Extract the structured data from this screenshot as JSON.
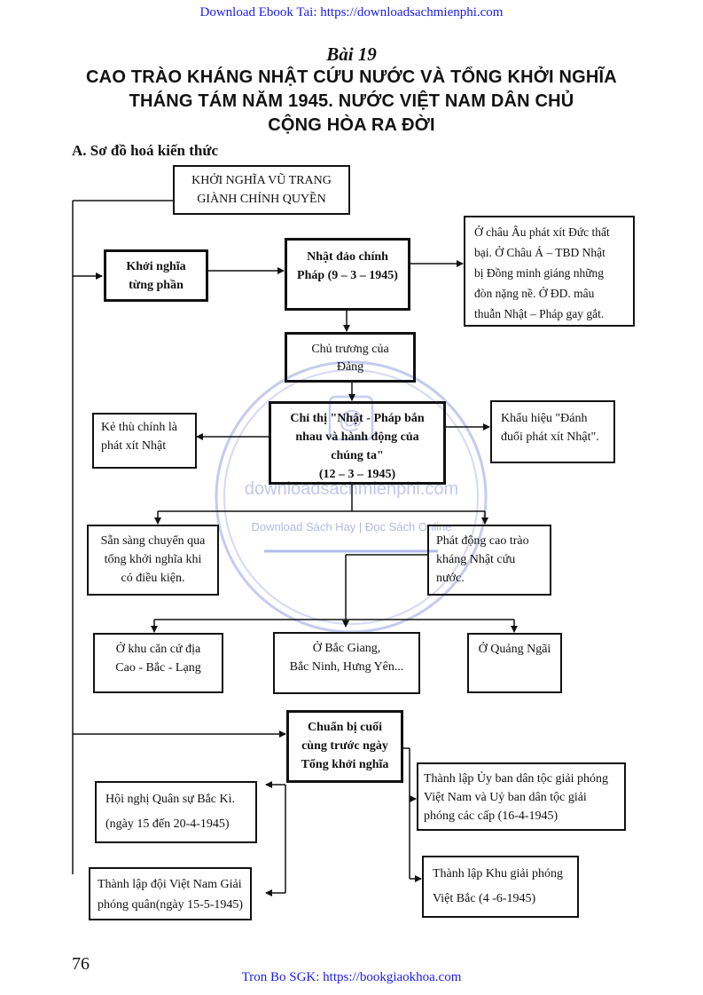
{
  "header": {
    "download_link": "Download Ebook Tai: https://downloadsachmienphi.com"
  },
  "lesson": {
    "label": "Bài 19"
  },
  "title": {
    "line1": "CAO TRÀO KHÁNG NHẬT CỨU NƯỚC VÀ TỔNG KHỞI NGHĨA",
    "line2": "THÁNG TÁM NĂM 1945. NƯỚC VIỆT NAM DÂN CHỦ",
    "line3": "CỘNG HÒA RA ĐỜI"
  },
  "section": {
    "heading": "A. Sơ đồ hoá kiến thức"
  },
  "diagram": {
    "root": "KHỞI NGHĨA VŨ TRANG\nGIÀNH CHÍNH QUYỀN",
    "khoi_nghia_tung_phan": "Khởi nghĩa\ntừng phần",
    "nhat_dao_chinh": "Nhật đảo chính\nPháp (9 – 3 – 1945)",
    "boi_canh": "Ở châu Âu phát xít Đức thất\nbại. Ở Châu Á – TBD Nhật\nbị Đồng minh giáng những\nđòn nặng nề. Ở ĐD. mâu\nthuẫn Nhật – Pháp gay gắt.",
    "chu_truong": "Chủ trương của\nĐảng",
    "chi_thi": "Chỉ thị \"Nhật - Pháp bắn\nnhau và hành động của\nchúng ta\"\n(12 – 3 – 1945)",
    "ke_thu": "Kẻ thù chính là\nphát xít Nhật",
    "khau_hieu": "Khẩu hiệu \"Đánh\nđuổi phát xít Nhật\".",
    "san_sang": "Sẵn sàng chuyển qua\ntổng khởi nghĩa khi\ncó điều kiện.",
    "phat_dong": "Phát động cao trào\nkháng Nhật cứu\nnước.",
    "cao_bac_lang": "Ở khu căn cứ địa\nCao - Bắc - Lạng",
    "bac_giang": "Ở Bắc Giang,\nBắc Ninh, Hưng Yên...",
    "quang_ngai": "Ở Quảng Ngãi",
    "chuan_bi": "Chuẩn bị cuối\ncùng trước ngày\nTổng khởi nghĩa",
    "hoi_nghi": "Hội nghị Quân sự Bắc Kì.\n(ngày 15 đến 20-4-1945)",
    "thanh_lap_doi": "Thành lập đội Việt Nam Giải\nphóng quân(ngày 15-5-1945)",
    "uy_ban": "Thành lập Ủy ban dân tộc giải phóng\nViệt Nam và Uỷ ban dân tộc giải\nphóng các cấp (16-4-1945)",
    "khu_giai_phong": "Thành lập Khu giải phóng\nViệt Bắc (4 -6-1945)"
  },
  "watermark": {
    "site": "downloadsachmienphi.com",
    "tagline": "Download Sách Hay | Đọc Sách Online"
  },
  "footer": {
    "page_number": "76",
    "sgk_link": "Tron Bo SGK: https://bookgiaokhoa.com"
  }
}
